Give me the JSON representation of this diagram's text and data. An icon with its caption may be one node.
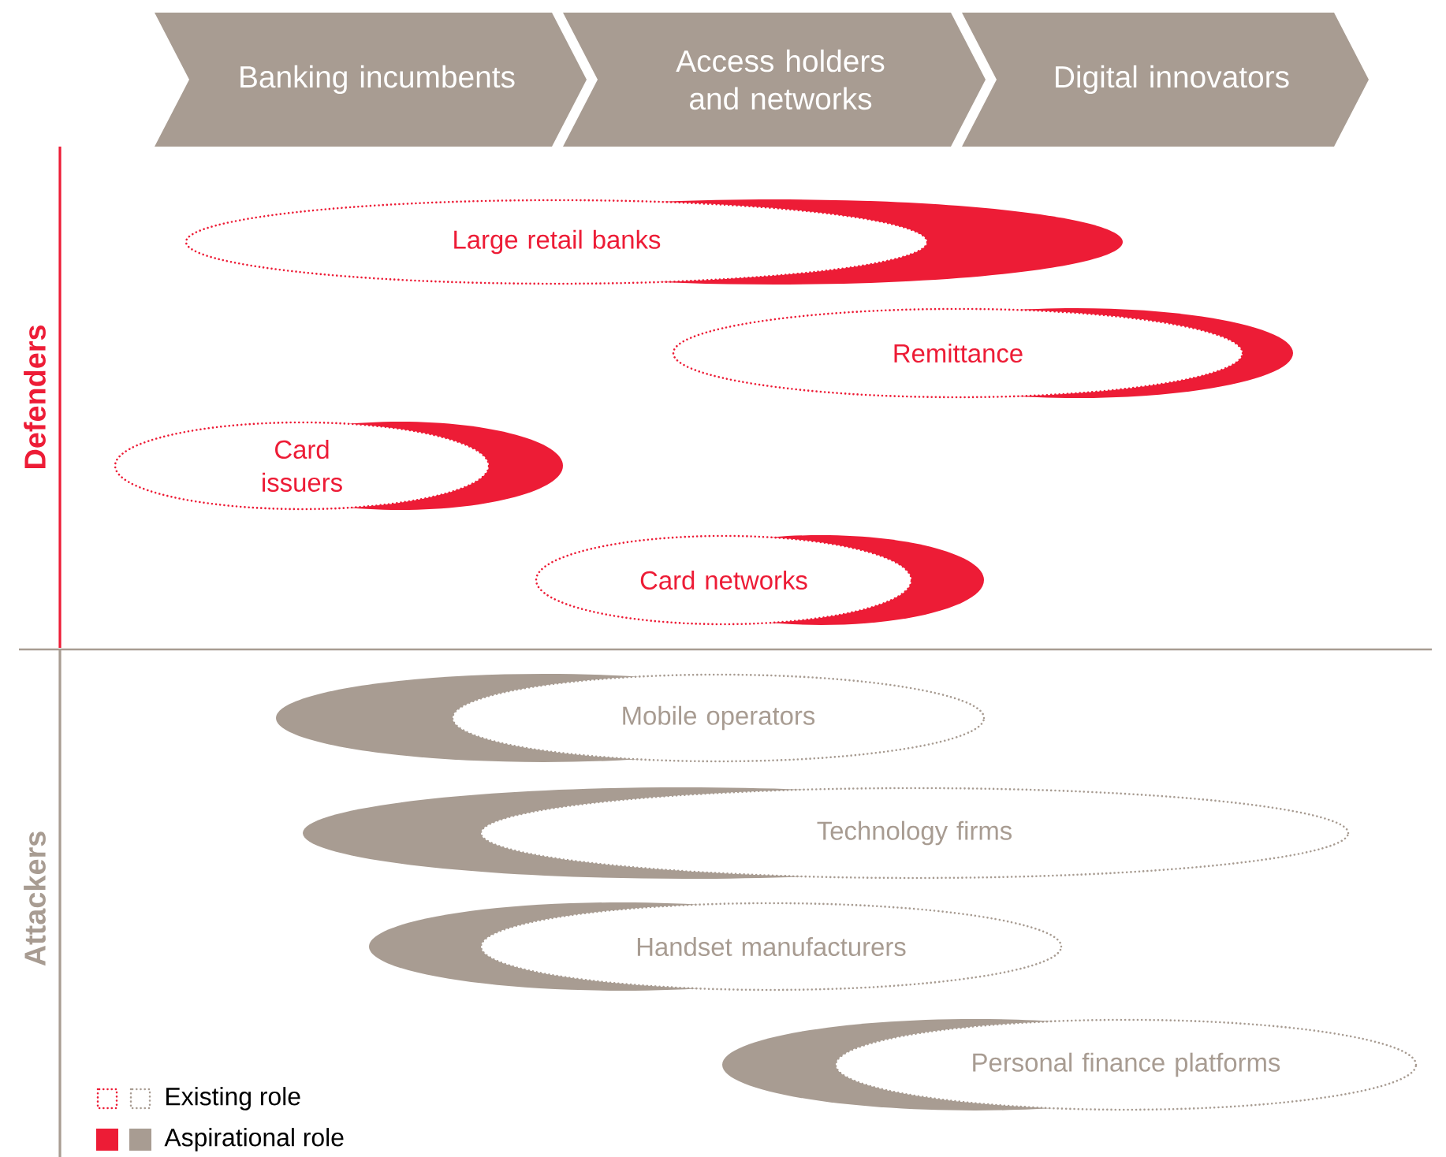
{
  "diagram": {
    "nodes": [
      {
        "text": [
          "Banking incumbents"
        ]
      },
      {
        "text": [
          "Access holders and networks"
        ]
      },
      {
        "text": [
          "Digital innovators"
        ]
      },
      {
        "text": [
          "Large retail banks"
        ]
      },
      {
        "text": [
          "Remittance"
        ]
      },
      {
        "text": [
          "Card issuers"
        ]
      },
      {
        "text": [
          "Card networks"
        ]
      },
      {
        "text": [
          "Mobile operators"
        ]
      },
      {
        "text": [
          "Technology firms"
        ]
      },
      {
        "text": [
          "Handset manufacturers"
        ]
      },
      {
        "text": [
          "Personal finance platforms"
        ]
      }
    ],
    "labels": [
      "Defenders",
      "Attackers"
    ],
    "legend": [
      {
        "text": "Existing role"
      },
      {
        "text": "Aspirational role",
        "color": "#ed1c36"
      }
    ]
  }
}
